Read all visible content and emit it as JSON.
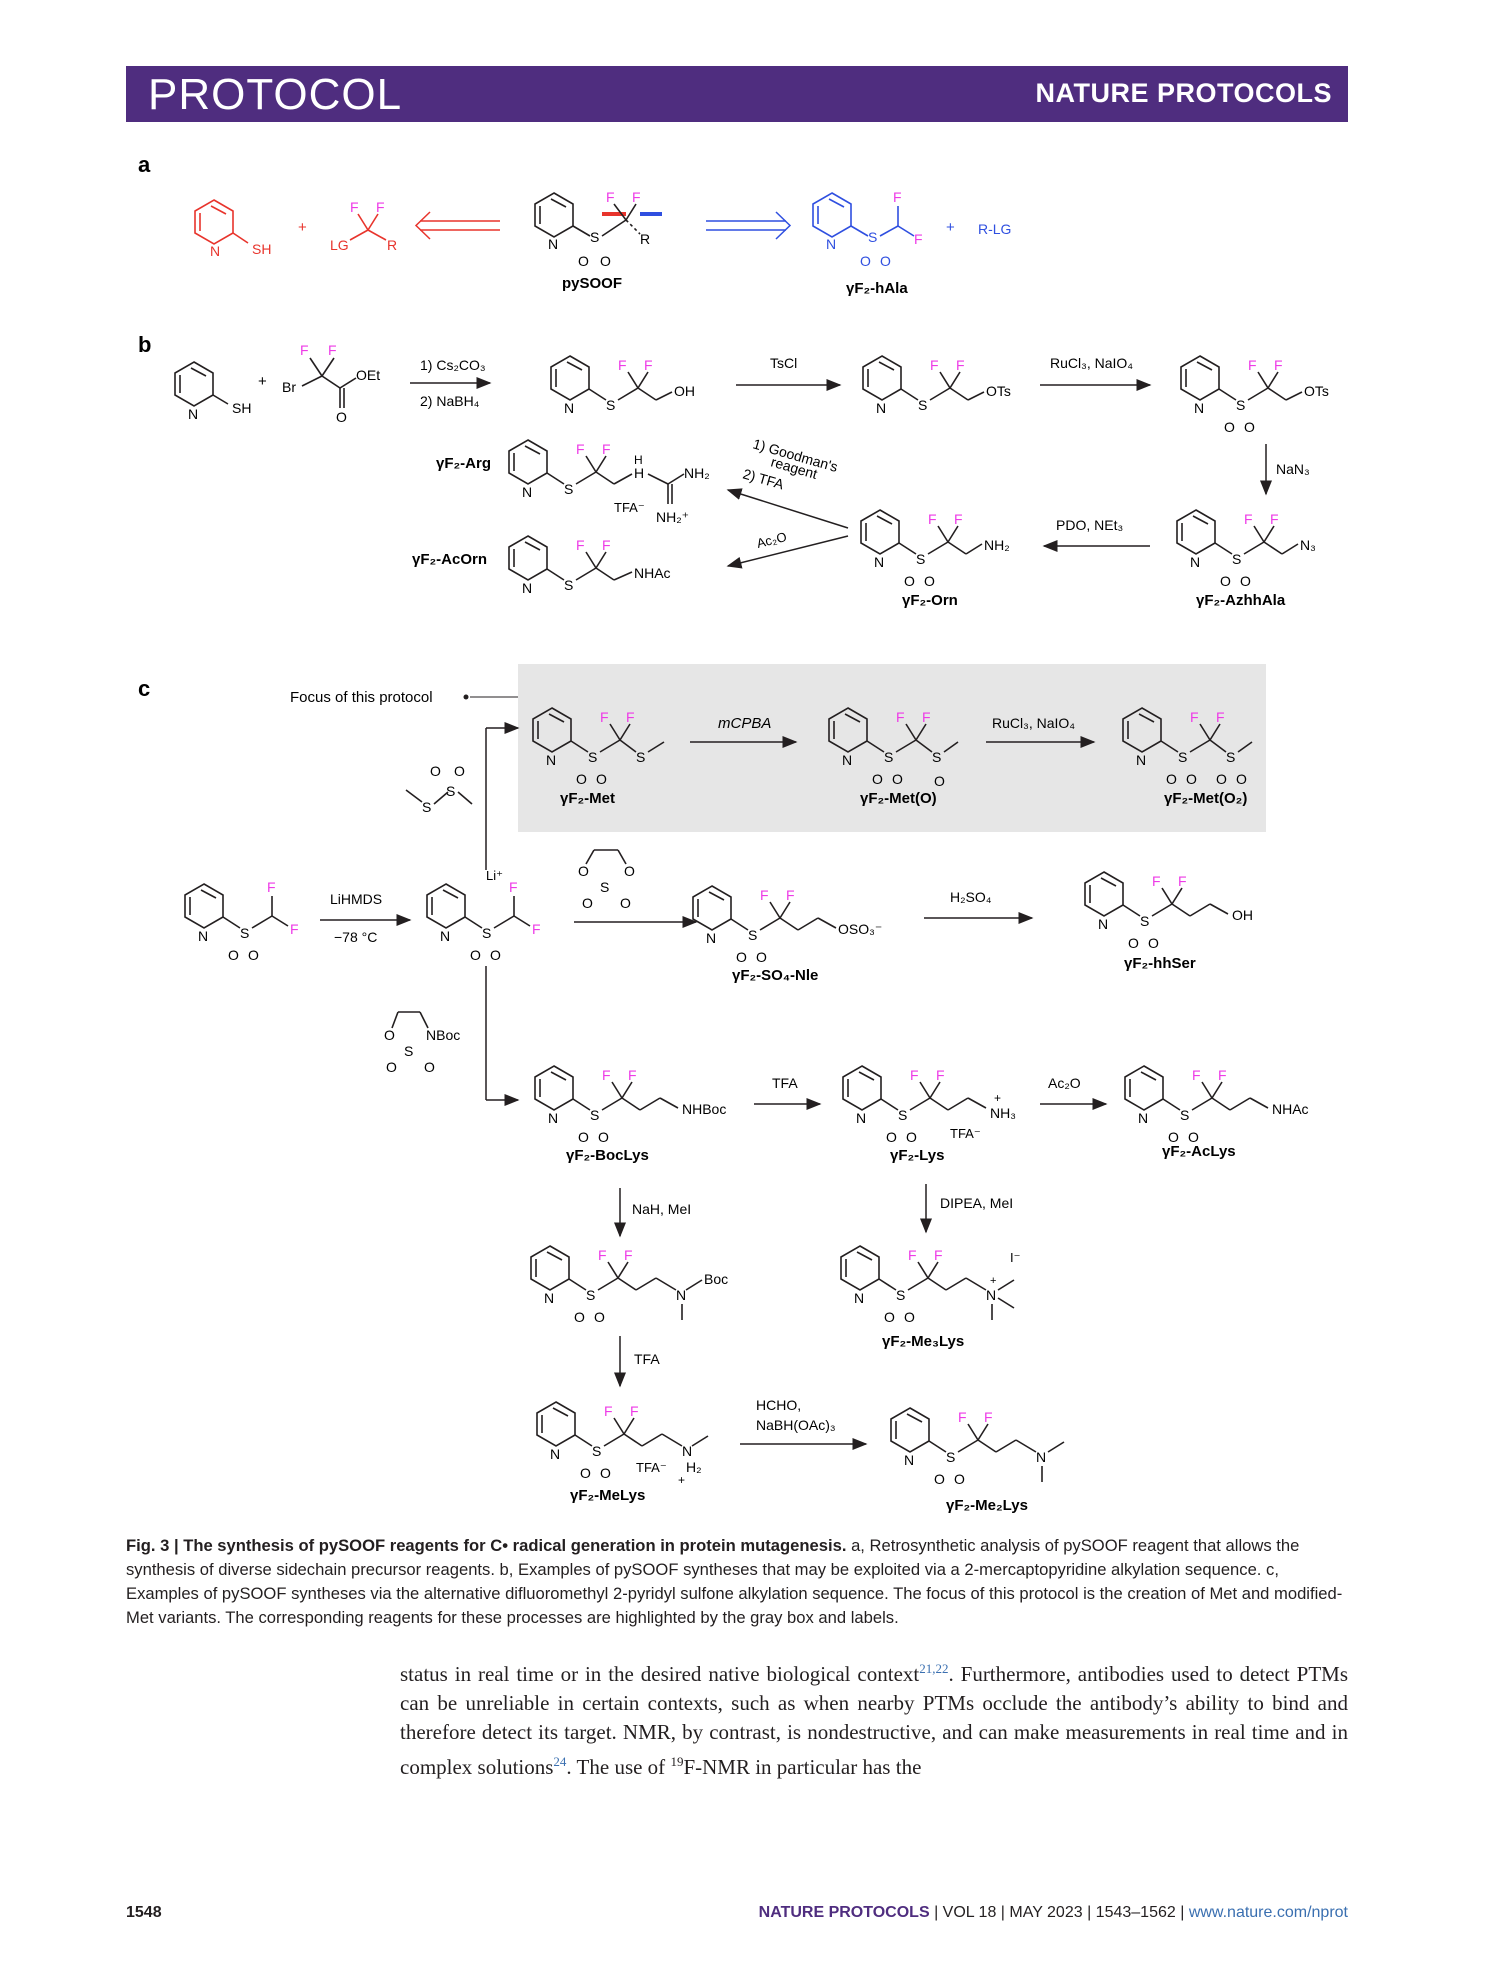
{
  "header": {
    "left": "PROTOCOL",
    "right": "NATURE PROTOCOLS"
  },
  "panels": {
    "a": "a",
    "b": "b",
    "c": "c"
  },
  "panel_a": {
    "sh": "SH",
    "plus": "+",
    "lg": "LG",
    "r": "R",
    "f": "F",
    "n": "N",
    "s": "S",
    "o": "O",
    "pysoof": "pySOOF",
    "product": "γF₂-hAla",
    "rlg": "R-LG"
  },
  "panel_b": {
    "br": "Br",
    "oet": "OEt",
    "o": "O",
    "step1": "1) Cs₂CO₃",
    "step2": "2) NaBH₄",
    "oh": "OH",
    "tscl": "TsCl",
    "ots": "OTs",
    "ruo": "RuCl₃, NaIO₄",
    "nan3": "NaN₃",
    "n3": "N₃",
    "pdo": "PDO, NEt₃",
    "nh2": "NH₂",
    "goodman1": "1) Goodman's",
    "goodman2": "reagent",
    "goodman3": "2) TFA",
    "ac2o": "Ac₂O",
    "tfa_anion": "TFA⁻",
    "nh2plus": "NH₂⁺",
    "nhac": "NHAc",
    "h": "H",
    "l_arg": "γF₂-Arg",
    "l_acorn": "γF₂-AcOrn",
    "l_orn": "γF₂-Orn",
    "l_azhh": "γF₂-AzhhAla"
  },
  "panel_c": {
    "focus": "Focus of this protocol",
    "mcpba": "mCPBA",
    "ruo": "RuCl₃, NaIO₄",
    "l_met": "γF₂-Met",
    "l_meto": "γF₂-Met(O)",
    "l_meto2": "γF₂-Met(O₂)",
    "lihmds": "LiHMDS",
    "temp": "−78 °C",
    "li": "Li⁺",
    "h2so4": "H₂SO₄",
    "oso3": "OSO₃⁻",
    "oh": "OH",
    "l_so4nle": "γF₂-SO₄-Nle",
    "l_hhser": "γF₂-hhSer",
    "nboc": "NBoc",
    "nhboc": "NHBoc",
    "tfa": "TFA",
    "nh3": "NH₃",
    "ac2o": "Ac₂O",
    "nhac": "NHAc",
    "tfa_anion": "TFA⁻",
    "l_boclys": "γF₂-BocLys",
    "l_lys": "γF₂-Lys",
    "l_aclys": "γF₂-AcLys",
    "nahmei": "NaH, MeI",
    "dipea": "DIPEA, MeI",
    "boc": "Boc",
    "iodide": "I⁻",
    "l_me3lys": "γF₂-Me₃Lys",
    "hcho": "HCHO,",
    "nabh": "NaBH(OAc)₃",
    "h2": "H₂",
    "l_melys": "γF₂-MeLys",
    "l_me2lys": "γF₂-Me₂Lys"
  },
  "caption": {
    "title": "Fig. 3 | The synthesis of pySOOF reagents for C• radical generation in protein mutagenesis.",
    "text": " a, Retrosynthetic analysis of pySOOF reagent that allows the synthesis of diverse sidechain precursor reagents. b, Examples of pySOOF syntheses that may be exploited via a 2-mercaptopyridine alkylation sequence. c, Examples of pySOOF syntheses via the alternative difluoromethyl 2-pyridyl sulfone alkylation sequence. The focus of this protocol is the creation of Met and modified-Met variants. The corresponding reagents for these processes are highlighted by the gray box and labels."
  },
  "body": {
    "p1": "status in real time or in the desired native biological context",
    "ref1": "21,22",
    "p2": ". Furthermore, antibodies used to detect PTMs can be unreliable in certain contexts, such as when nearby PTMs occlude the antibody’s ability to bind and therefore detect its target. NMR, by contrast, is nondestructive, and can make measurements in real time and in complex solutions",
    "ref2": "24",
    "p3": ". The use of ",
    "sup19": "19",
    "p4": "F-NMR in particular has the"
  },
  "footer": {
    "page": "1548",
    "journal": "NATURE PROTOCOLS",
    "sep": " | ",
    "vol": "VOL 18",
    "date": "MAY 2023",
    "pages": "1543–1562",
    "url": "www.nature.com/nprot"
  },
  "colors": {
    "purple": "#4f2d7f",
    "magenta": "#ee3be6",
    "red": "#e8342c",
    "blue": "#2f4fe0",
    "gray_box": "#e6e6e6"
  }
}
